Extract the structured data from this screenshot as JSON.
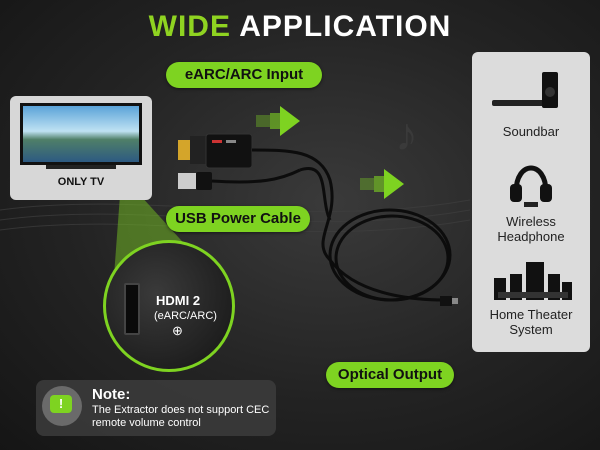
{
  "title": {
    "accent": "WIDE",
    "rest": "APPLICATION"
  },
  "labels": {
    "earc_input": "eARC/ARC Input",
    "usb_power": "USB Power Cable",
    "optical_output": "Optical Output",
    "only_tv": "ONLY TV"
  },
  "devices": [
    {
      "label": "Soundbar",
      "icon": "soundbar-icon"
    },
    {
      "label": "Wireless Headphone",
      "icon": "headphone-icon"
    },
    {
      "label": "Home Theater System",
      "icon": "home-theater-icon"
    }
  ],
  "hdmi_port": {
    "title": "HDMI 2",
    "subtitle": "(eARC/ARC)",
    "symbol": "⊕"
  },
  "note": {
    "title": "Note:",
    "text": "The Extractor does not support CEC remote volume control"
  },
  "colors": {
    "accent": "#7ed321",
    "background": "#232323",
    "panel": "#dcdcdc"
  }
}
